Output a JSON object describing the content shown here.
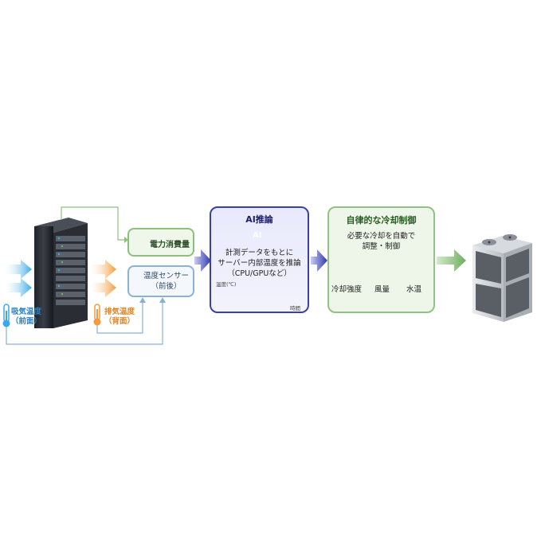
{
  "labels": {
    "intake_line1": "吸気温度",
    "intake_line2": "（前面）",
    "exhaust_line1": "排気温度",
    "exhaust_line2": "（背面）",
    "power": "電力消費量",
    "sensor_line1": "温度センサー",
    "sensor_line2": "（前後）"
  },
  "ai": {
    "title": "AI推論",
    "badge": "AI",
    "desc_line1": "計測データをもとに",
    "desc_line2": "サーバー内部温度を推論",
    "desc_line3": "（CPU/GPUなど）",
    "graph_ylabel": "温度(℃)",
    "graph_xlabel": "時間"
  },
  "control": {
    "title": "自律的な冷却制御",
    "desc_line1": "必要な冷却を自動で",
    "desc_line2": "調整・制御",
    "items": [
      {
        "label": "冷却強度",
        "icon": "snowflake-icon"
      },
      {
        "label": "風量",
        "icon": "fan-icon"
      },
      {
        "label": "水温",
        "icon": "water-drop-icon"
      }
    ]
  },
  "colors": {
    "intake": "#3ba9e8",
    "exhaust": "#f39a3c",
    "power_border": "#8cc07c",
    "sensor_border": "#8ab2d6",
    "ai_border": "#3a3fb0",
    "control_border": "#8fc283",
    "output_arrow": "#6fae5e"
  }
}
